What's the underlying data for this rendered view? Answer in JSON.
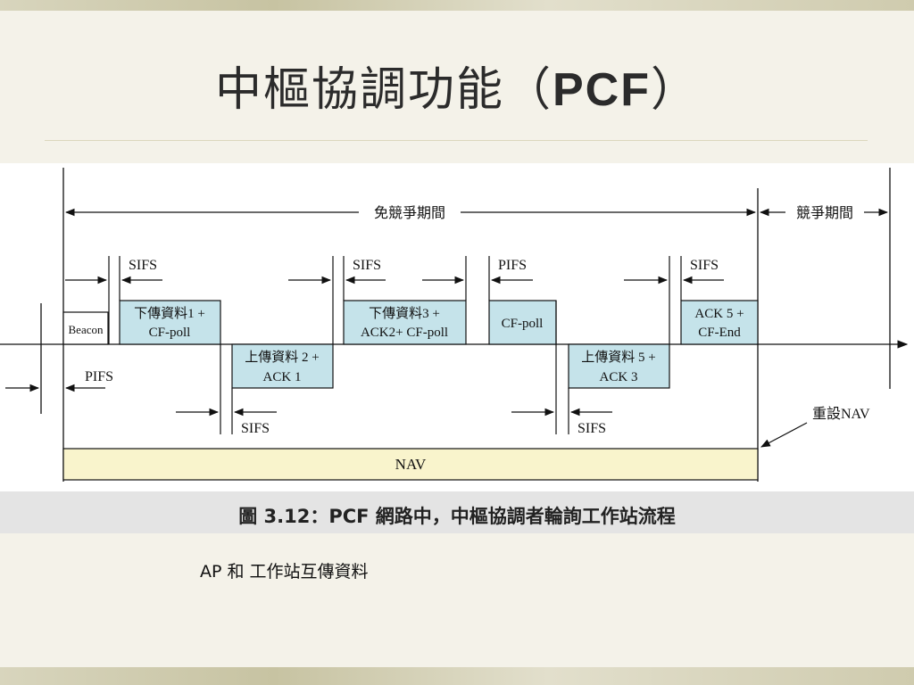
{
  "slide": {
    "title_main": "中樞協調功能（",
    "title_pcf": "PCF",
    "title_end": "）",
    "caption": "圖 3.12：PCF 網路中，中樞協調者輪詢工作站流程",
    "note": "AP 和 工作站互傳資料"
  },
  "diagram": {
    "cfp_label": "免競爭期間",
    "cp_label": "競爭期間",
    "beacon": "Beacon",
    "box1_l1": "下傳資料1 +",
    "box1_l2": "CF-poll",
    "box2_l1": "上傳資料 2 +",
    "box2_l2": "ACK 1",
    "box3_l1": "下傳資料3 +",
    "box3_l2": "ACK2+ CF-poll",
    "box4": "CF-poll",
    "box5_l1": "上傳資料 5 +",
    "box5_l2": "ACK 3",
    "box6_l1": "ACK 5 +",
    "box6_l2": "CF-End",
    "sifs": "SIFS",
    "pifs": "PIFS",
    "reset_nav": "重設NAV",
    "nav": "NAV"
  }
}
